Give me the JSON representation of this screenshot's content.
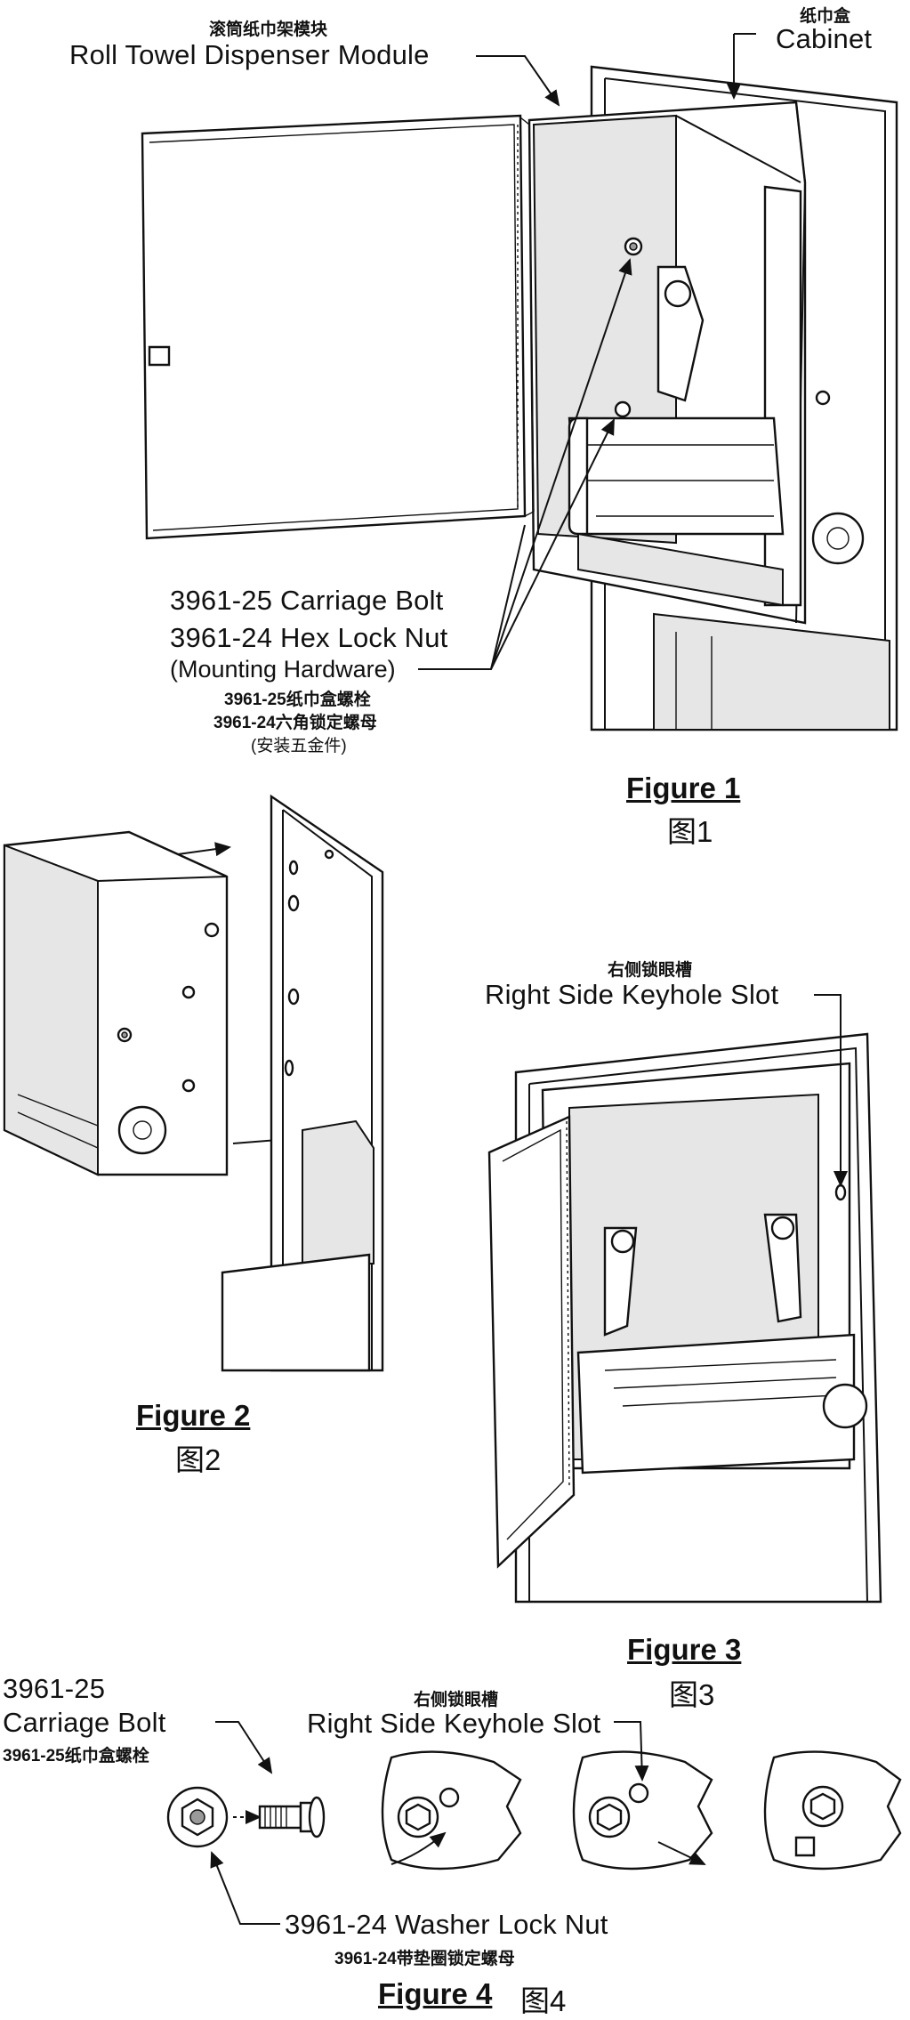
{
  "figure1": {
    "module_cn": "滚筒纸巾架模块",
    "module_en": "Roll Towel Dispenser Module",
    "cabinet_cn": "纸巾盒",
    "cabinet_en": "Cabinet",
    "bolt_en": "3961-25 Carriage Bolt",
    "nut_en": "3961-24 Hex Lock Nut",
    "hardware_en": "(Mounting Hardware)",
    "bolt_cn": "3961-25纸巾盒螺栓",
    "nut_cn": "3961-24六角锁定螺母",
    "hardware_cn": "(安装五金件)",
    "caption_en": "Figure 1",
    "caption_cn": "图1"
  },
  "figure2": {
    "caption_en": "Figure 2",
    "caption_cn": "图2"
  },
  "figure3": {
    "slot_cn": "右侧锁眼槽",
    "slot_en": "Right Side Keyhole Slot",
    "caption_en": "Figure 3",
    "caption_cn": "图3"
  },
  "figure4": {
    "bolt_num": "3961-25",
    "bolt_en": "Carriage Bolt",
    "bolt_cn": "3961-25纸巾盒螺栓",
    "slot_cn": "右侧锁眼槽",
    "slot_en": "Right Side Keyhole Slot",
    "nut_en": "3961-24 Washer Lock Nut",
    "nut_cn": "3961-24带垫圈锁定螺母",
    "caption_en": "Figure 4",
    "caption_cn": "图4"
  }
}
